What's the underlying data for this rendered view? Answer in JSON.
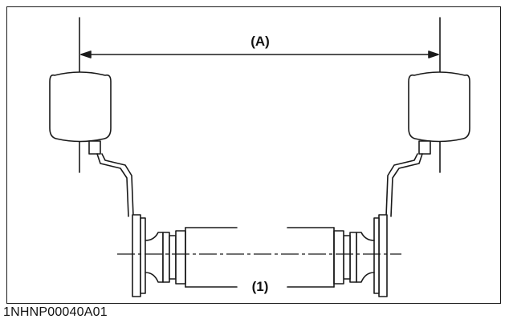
{
  "diagram": {
    "dimension_label": "(A)",
    "part_label": "(1)",
    "figure_code": "1NHNP00040A01",
    "colors": {
      "line": "#1a1a1a",
      "background": "#ffffff"
    }
  }
}
